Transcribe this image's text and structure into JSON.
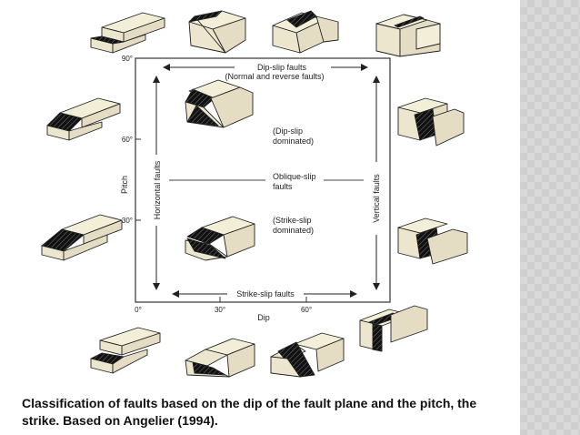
{
  "diagram": {
    "labels": {
      "top_arrow": "Dip-slip faults",
      "top_arrow_sub": "(Normal and reverse faults)",
      "bottom_arrow": "Strike-slip faults",
      "left_arrow": "Horizontal faults",
      "right_arrow": "Vertical faults",
      "dip_slip_dominated_1": "(Dip-slip",
      "dip_slip_dominated_2": "dominated)",
      "oblique_1": "Oblique-slip",
      "oblique_2": "faults",
      "strike_slip_dominated_1": "(Strike-slip",
      "strike_slip_dominated_2": "dominated)",
      "pitch_axis": "Pitch",
      "dip_axis": "Dip"
    },
    "pitch_ticks": [
      "90°",
      "60°",
      "30°",
      "0°"
    ],
    "dip_ticks": [
      "30°",
      "60°"
    ]
  },
  "caption": "Classification of faults based on the dip of the fault plane and the pitch, the strike. Based on Angelier (1994).",
  "colors": {
    "block_fill": "#f3eed8",
    "fault_fill": "#1a1a1a",
    "sidebar": "#d9d9d9"
  }
}
